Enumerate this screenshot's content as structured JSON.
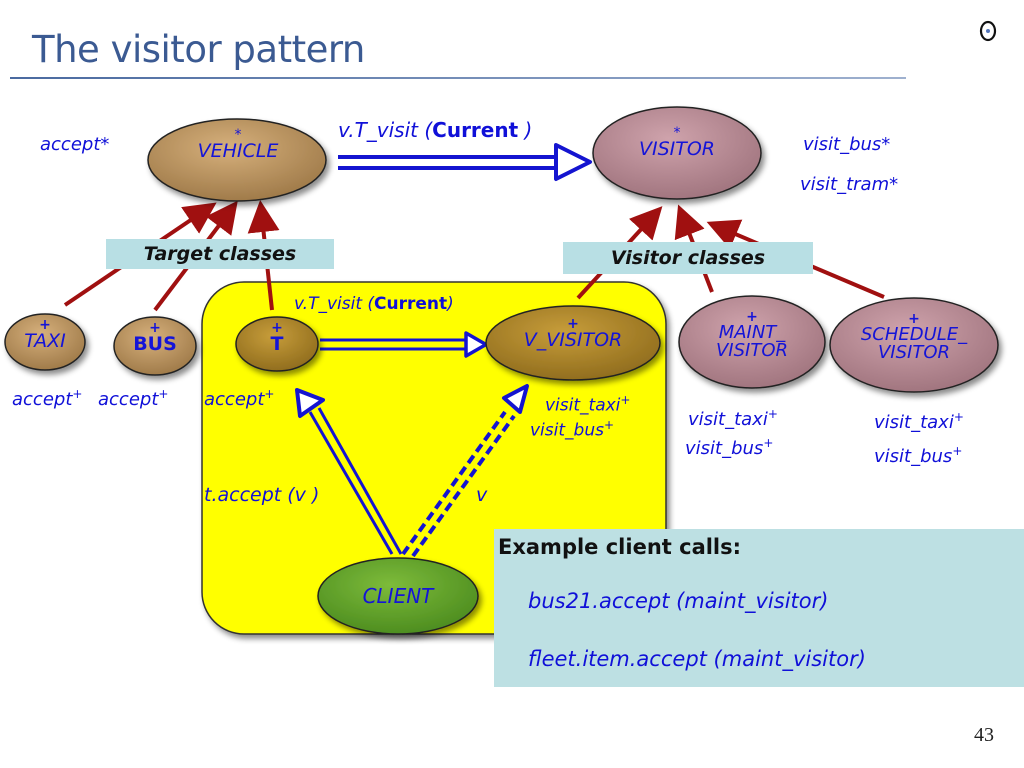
{
  "slide": {
    "title": "The visitor pattern",
    "page_number": "43",
    "logo_icon": "eth-circle-dot-logo"
  },
  "colors": {
    "title": "#3b5a92",
    "label_text": "#1010d8",
    "target_node_fill": "#b08a58",
    "visitor_node_fill": "#b78a95",
    "client_node_fill": "#5fa02e",
    "inheritance_arrow": "#a01010",
    "call_arrow": "#1414d0",
    "client_region": "#ffff00",
    "tag_background": "#b8dfe4"
  },
  "nodes": {
    "vehicle": {
      "marker": "*",
      "name": "VEHICLE"
    },
    "visitor": {
      "marker": "*",
      "name": "VISITOR"
    },
    "taxi": {
      "marker": "+",
      "name": "TAXI"
    },
    "bus": {
      "marker": "+",
      "name": "BUS"
    },
    "t": {
      "marker": "+",
      "name": "T"
    },
    "v_visitor": {
      "marker": "+",
      "name": "V_VISITOR"
    },
    "maint_visitor": {
      "marker": "+",
      "name_line1": "MAINT_",
      "name_line2": "VISITOR"
    },
    "schedule_visitor": {
      "marker": "+",
      "name_line1": "SCHEDULE_",
      "name_line2": "VISITOR"
    },
    "client": {
      "name": "CLIENT"
    }
  },
  "labels": {
    "vehicle_feature": "accept*",
    "visitor_feature_1": "visit_bus*",
    "visitor_feature_2": "visit_tram*",
    "top_call_prefix": "v.T_visit (",
    "top_call_bold": "Current",
    "top_call_suffix": " )",
    "inner_call_prefix": "v.T_visit  (",
    "inner_call_bold": "Current",
    "inner_call_suffix": ")",
    "taxi_feature": "accept",
    "bus_feature": "accept",
    "t_feature": "accept",
    "plus": "+",
    "v_visitor_feature_1": "visit_taxi",
    "v_visitor_feature_2": "visit_bus",
    "maint_feature_1": "visit_taxi",
    "maint_feature_2": "visit_bus",
    "schedule_feature_1": "visit_taxi",
    "schedule_feature_2": "visit_bus",
    "client_call_t": "t.accept (v )",
    "client_call_v": "v"
  },
  "tags": {
    "target_classes": "Target classes",
    "visitor_classes": "Visitor classes"
  },
  "example": {
    "title": "Example client calls:",
    "line1": "bus21.accept (maint_visitor)",
    "line2": "fleet.item.accept  (maint_visitor)"
  }
}
